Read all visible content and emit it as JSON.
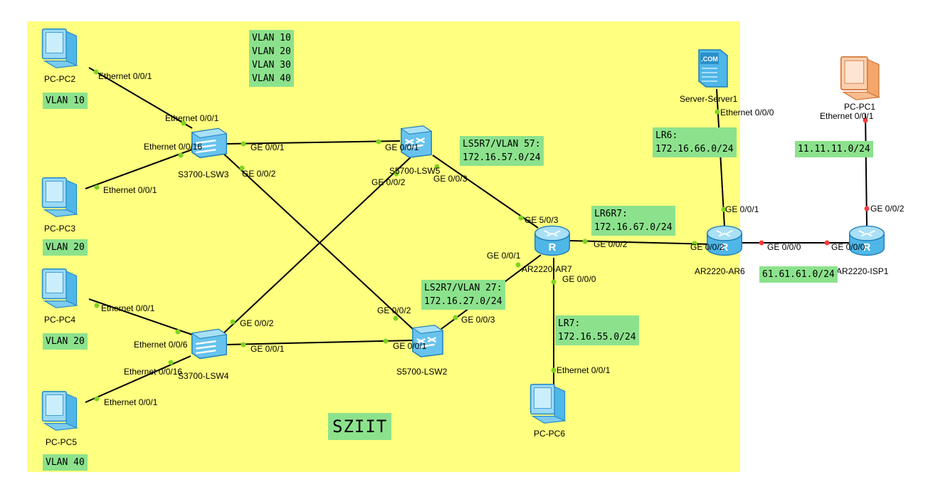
{
  "area_label": "SZIIT",
  "vlan_legend": [
    "VLAN 10",
    "VLAN 20",
    "VLAN 30",
    "VLAN 40"
  ],
  "devices": {
    "pc2": "PC-PC2",
    "pc3": "PC-PC3",
    "pc4": "PC-PC4",
    "pc5": "PC-PC5",
    "pc6": "PC-PC6",
    "pc1": "PC-PC1",
    "server1": "Server-Server1",
    "lsw3": "S3700-LSW3",
    "lsw4": "S3700-LSW4",
    "lsw5": "S5700-LSW5",
    "lsw2": "S5700-LSW2",
    "ar7": "AR2220-AR7",
    "ar6": "AR2220-AR6",
    "isp1": "AR2220-ISP1"
  },
  "vlan_tags": {
    "pc2": "VLAN 10",
    "pc3": "VLAN 20",
    "pc4": "VLAN 20",
    "pc5": "VLAN 40"
  },
  "subnets": {
    "ls5r7": [
      "LS5R7/VLAN 57:",
      "172.16.57.0/24"
    ],
    "ls2r7": [
      "LS2R7/VLAN 27:",
      "172.16.27.0/24"
    ],
    "lr6r7": [
      "LR6R7:",
      "172.16.67.0/24"
    ],
    "lr6": [
      "LR6:",
      "172.16.66.0/24"
    ],
    "lr7": [
      "LR7:",
      "172.16.55.0/24"
    ],
    "isp_pc1": "11.11.11.0/24",
    "ar6_isp": "61.61.61.0/24"
  },
  "ports": {
    "pc2_eth": "Ethernet 0/0/1",
    "lsw3_eth1": "Ethernet 0/0/1",
    "lsw3_eth16": "Ethernet 0/0/16",
    "pc3_eth": "Ethernet 0/0/1",
    "lsw3_ge1": "GE 0/0/1",
    "lsw3_ge2": "GE 0/0/2",
    "lsw5_ge1": "GE 0/0/1",
    "lsw5_ge2": "GE 0/0/2",
    "lsw5_ge3": "GE 0/0/3",
    "ar7_ge503": "GE 5/0/3",
    "ar7_ge001": "GE 0/0/1",
    "ar7_ge002": "GE 0/0/2",
    "ar7_ge000": "GE 0/0/0",
    "pc4_eth": "Ethernet 0/0/1",
    "lsw4_eth6": "Ethernet 0/0/6",
    "lsw4_eth16": "Ethernet 0/0/16",
    "pc5_eth": "Ethernet 0/0/1",
    "lsw4_ge2": "GE 0/0/2",
    "lsw4_ge1": "GE 0/0/1",
    "lsw2_ge2": "GE 0/0/2",
    "lsw2_ge3": "GE 0/0/3",
    "lsw2_ge1": "GE 0/0/1",
    "pc6_eth": "Ethernet 0/0/1",
    "server_eth": "Ethernet 0/0/0",
    "ar6_ge1": "GE 0/0/1",
    "ar6_ge2": "GE 0/0/2",
    "ar6_ge0": "GE 0/0/0",
    "isp_ge0": "GE 0/0/0",
    "isp_ge2": "GE 0/0/2",
    "pc1_eth": "Ethernet 0/0/1"
  },
  "colors": {
    "area": "#ffff80",
    "note": "#8ce28c",
    "link_ok": "#7ed321",
    "link_down": "#ff3b3b",
    "device_blue": "#4fb6e8",
    "device_orange": "#f4a66b"
  }
}
